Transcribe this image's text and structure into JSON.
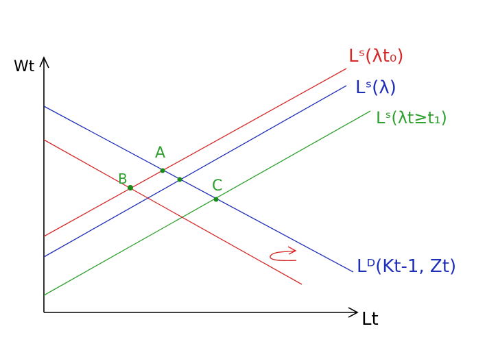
{
  "axes": {
    "y_label": "Wt",
    "x_label": "Lt"
  },
  "curves": {
    "ls_lambda_t0": {
      "label": "Lˢ(λt₀)",
      "color": "#d42a2a"
    },
    "ls_lambda": {
      "label": "Lˢ(λ)",
      "color": "#1f2fb8"
    },
    "ls_lambda_t_ge_t1": {
      "label": "Lˢ(λt≥t₁)",
      "color": "#2ea02e"
    },
    "ld_blue": {
      "label": "Lᴰ(Kt-1, Zt)",
      "color": "#1f2fb8"
    },
    "ld_red": {
      "label": "",
      "color": "#d42a2a"
    }
  },
  "points": {
    "A": {
      "label": "A",
      "color": "#2ea02e"
    },
    "B": {
      "label": "B",
      "color": "#2ea02e"
    },
    "C": {
      "label": "C",
      "color": "#2ea02e"
    }
  },
  "shift_arrow": {
    "icon": "curved-arrow-icon",
    "color": "#d42a2a"
  },
  "axis_color": "#000000",
  "point_color": "#1a8a1a"
}
